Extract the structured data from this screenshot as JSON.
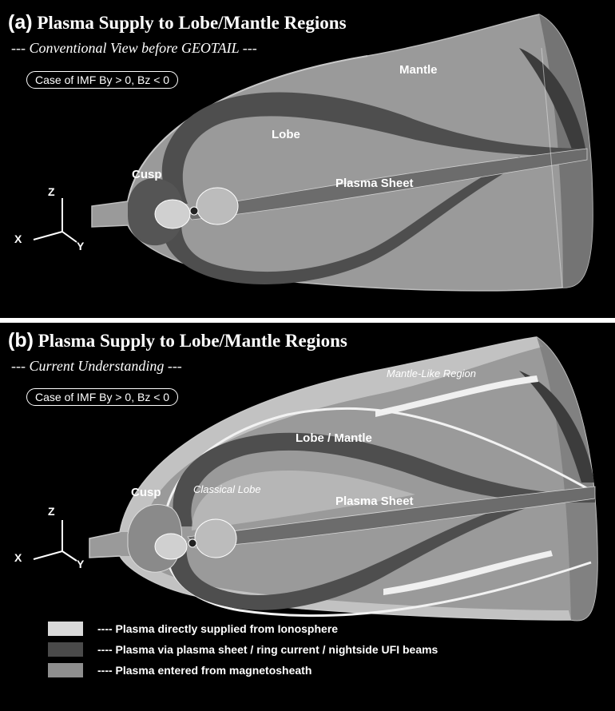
{
  "panel_a": {
    "letter": "(a)",
    "title": "Plasma Supply to Lobe/Mantle Regions",
    "subtitle": "--- Conventional View before GEOTAIL ---",
    "case": "Case of IMF By > 0, Bz < 0",
    "labels": {
      "mantle": "Mantle",
      "lobe": "Lobe",
      "cusp": "Cusp",
      "plasma_sheet": "Plasma Sheet"
    },
    "axes": {
      "z": "Z",
      "x": "X",
      "y": "Y"
    }
  },
  "panel_b": {
    "letter": "(b)",
    "title": "Plasma Supply to Lobe/Mantle Regions",
    "subtitle": "--- Current Understanding ---",
    "case": "Case of IMF By > 0, Bz < 0",
    "labels": {
      "mantle_like": "Mantle-Like Region",
      "lobe_mantle": "Lobe / Mantle",
      "cusp": "Cusp",
      "classical_lobe": "Classical Lobe",
      "plasma_sheet": "Plasma Sheet"
    },
    "axes": {
      "z": "Z",
      "x": "X",
      "y": "Y"
    }
  },
  "legend": [
    {
      "text": "---- Plasma directly supplied from Ionosphere",
      "color": "#d9d9d9"
    },
    {
      "text": "---- Plasma via plasma sheet / ring current / nightside UFI beams",
      "color": "#4a4a4a"
    },
    {
      "text": "---- Plasma entered from magnetosheath",
      "color": "#8e8e8e"
    }
  ]
}
